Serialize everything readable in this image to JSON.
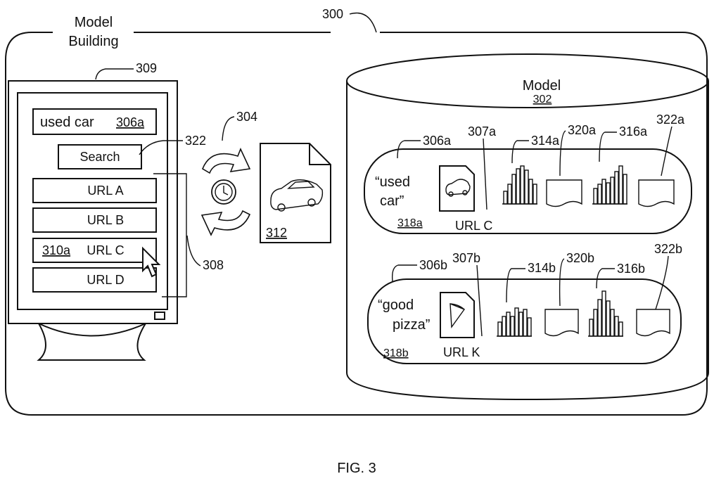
{
  "section_label_line1": "Model",
  "section_label_line2": "Building",
  "ref_300": "300",
  "ref_309": "309",
  "search_field": {
    "text": "used car",
    "ref": "306a"
  },
  "search_button": "Search",
  "ref_322": "322",
  "results": [
    {
      "ref": "",
      "label": "URL A"
    },
    {
      "ref": "",
      "label": "URL B"
    },
    {
      "ref": "310a",
      "label": "URL C"
    },
    {
      "ref": "",
      "label": "URL D"
    }
  ],
  "ref_308": "308",
  "ref_304": "304",
  "ref_312": "312",
  "model": {
    "label": "Model",
    "ref": "302"
  },
  "record_a": {
    "query_line1": "“used",
    "query_line2": "car”",
    "ref_query": "306a",
    "ref_doc": "307a",
    "ref_hist1": "314a",
    "ref_page1": "320a",
    "ref_hist2": "316a",
    "ref_page2": "322a",
    "ref_record": "318a",
    "url": "URL C",
    "icon": "car-document-icon"
  },
  "record_b": {
    "query_line1": "“good",
    "query_line2": "pizza”",
    "ref_query": "306b",
    "ref_doc": "307b",
    "ref_hist1": "314b",
    "ref_page1": "320b",
    "ref_hist2": "316b",
    "ref_page2": "322b",
    "ref_record": "318b",
    "url": "URL K",
    "icon": "pizza-document-icon"
  },
  "figure_caption": "FIG. 3"
}
